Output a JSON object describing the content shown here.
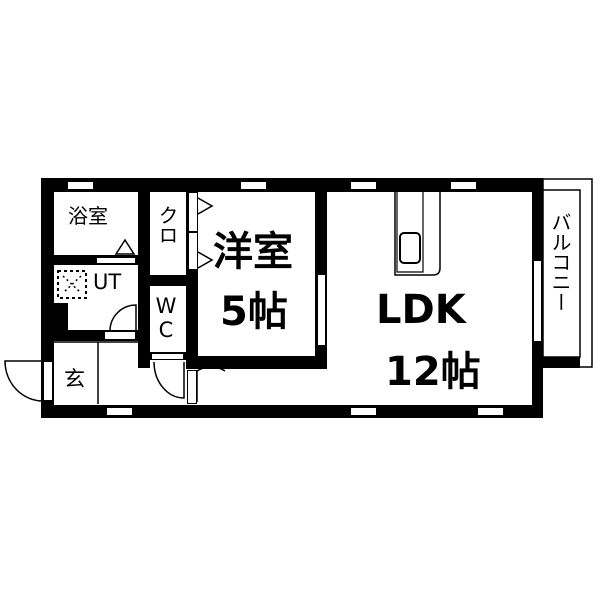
{
  "floorplan": {
    "rooms": {
      "bath": {
        "label": "浴室"
      },
      "utility": {
        "label": "UT"
      },
      "entrance": {
        "label": "玄"
      },
      "closet": {
        "label": "クロ"
      },
      "toilet": {
        "label": "WC"
      },
      "western_room": {
        "label": "洋室",
        "size": "5帖"
      },
      "ldk": {
        "label": "LDK",
        "size": "12帖"
      },
      "balcony": {
        "label": "バルコニー"
      }
    },
    "colors": {
      "wall": "#000000",
      "background": "#ffffff"
    }
  }
}
